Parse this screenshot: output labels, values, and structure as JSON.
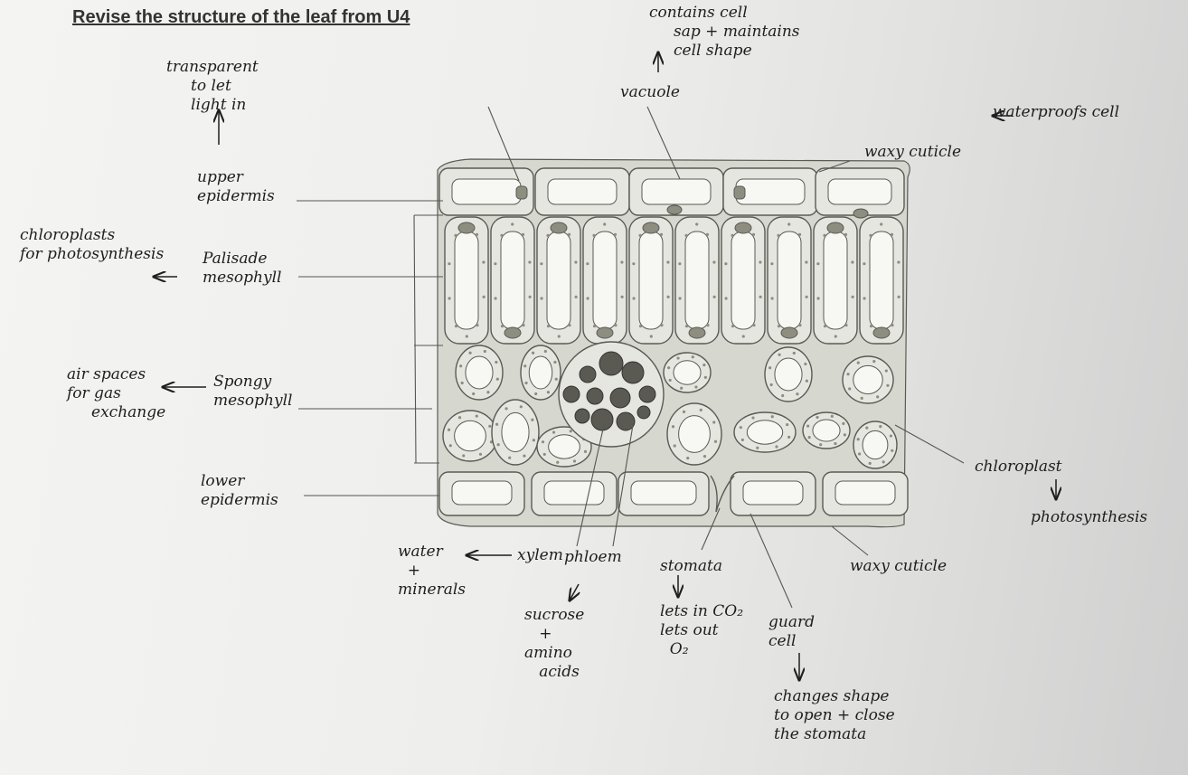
{
  "title": "Revise the structure of the leaf from U4",
  "labels": {
    "upper_epidermis": "upper\nepidermis",
    "palisade_mesophyll": "Palisade\nmesophyll",
    "spongy_mesophyll": "Spongy\nmesophyll",
    "lower_epidermis": "lower\nepidermis",
    "vacuole": "vacuole",
    "waxy_cuticle_top": "waxy cuticle",
    "chloroplast": "chloroplast",
    "xylem": "xylem",
    "phloem": "phloem",
    "stomata": "stomata",
    "guard_cell": "guard\ncell",
    "waxy_cuticle_bottom": "waxy cuticle"
  },
  "notes": {
    "transparent": "transparent\n     to let\n     light in",
    "contains_cell_sap": "contains cell\n     sap + maintains\n     cell shape",
    "waterproofs_cell": "waterproofs cell",
    "chloroplasts_photosynthesis": "chloroplasts\nfor photosynthesis",
    "air_spaces": "air spaces\nfor gas\n     exchange",
    "chloroplast_photosynthesis": "photosynthesis",
    "water_minerals": "water\n  +\nminerals",
    "sucrose_amino": "sucrose\n   +\namino\n   acids",
    "stomata_gases": "lets in CO₂\nlets out\n  O₂",
    "guard_cell_function": "changes shape\nto open + close\nthe stomata"
  },
  "colors": {
    "ink": "#1e1e1e",
    "cell_fill": "#e6e6e0",
    "cell_stroke": "#5a5a55",
    "tissue_bg": "#d6d8cf",
    "vacuole_fill": "#f7f7f3",
    "chloroplast_fill": "#8d8d80"
  }
}
